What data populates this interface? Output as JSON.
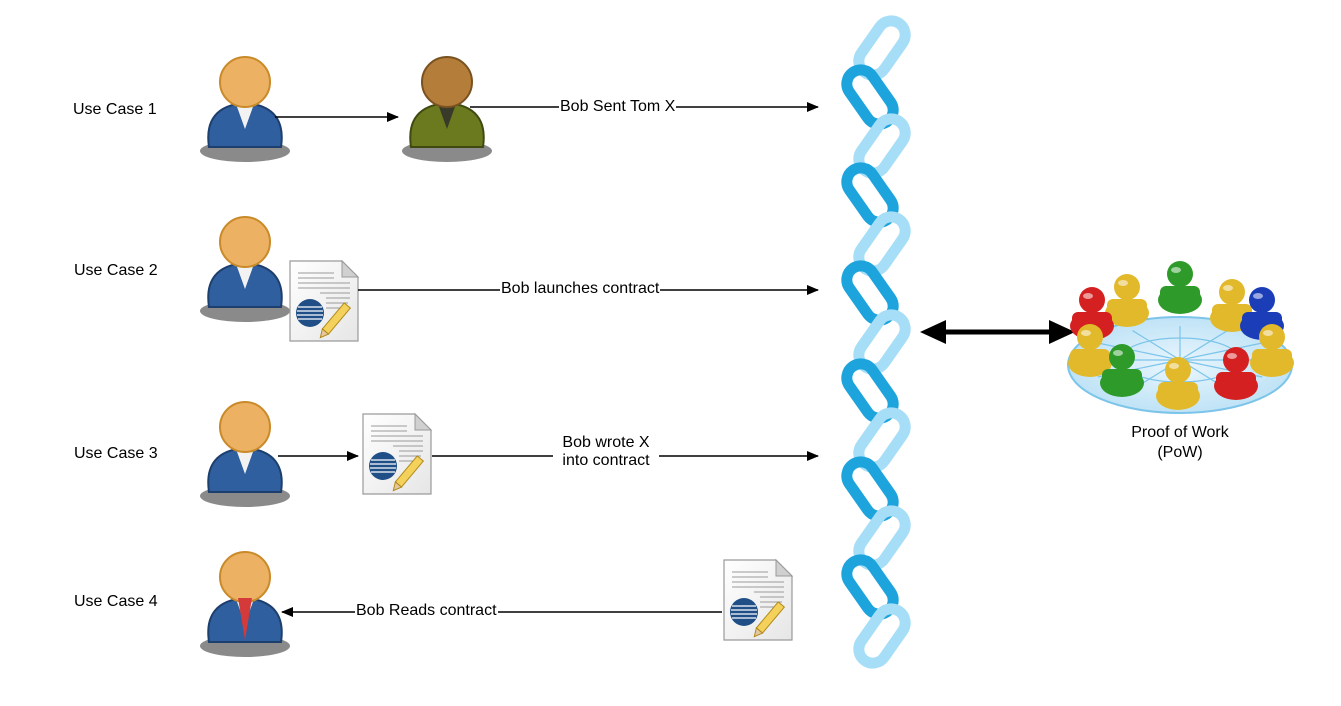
{
  "use_cases": [
    {
      "label": "Use Case 1"
    },
    {
      "label": "Use Case 2"
    },
    {
      "label": "Use Case 3"
    },
    {
      "label": "Use Case 4"
    }
  ],
  "edges": {
    "sent": "Bob Sent Tom X",
    "launch": "Bob launches contract",
    "wrote_line1": "Bob wrote X",
    "wrote_line2": "into contract",
    "reads": "Bob Reads contract"
  },
  "pow": {
    "line1": "Proof of Work",
    "line2": "(PoW)"
  },
  "colors": {
    "bob_suit": "#2f5f9e",
    "tom_suit": "#6b7a1e",
    "head": "#ecb162",
    "tom_head": "#b47d3a",
    "chain_light": "#a6def7",
    "chain_dark": "#1ea4dd",
    "arrow": "#000000"
  }
}
